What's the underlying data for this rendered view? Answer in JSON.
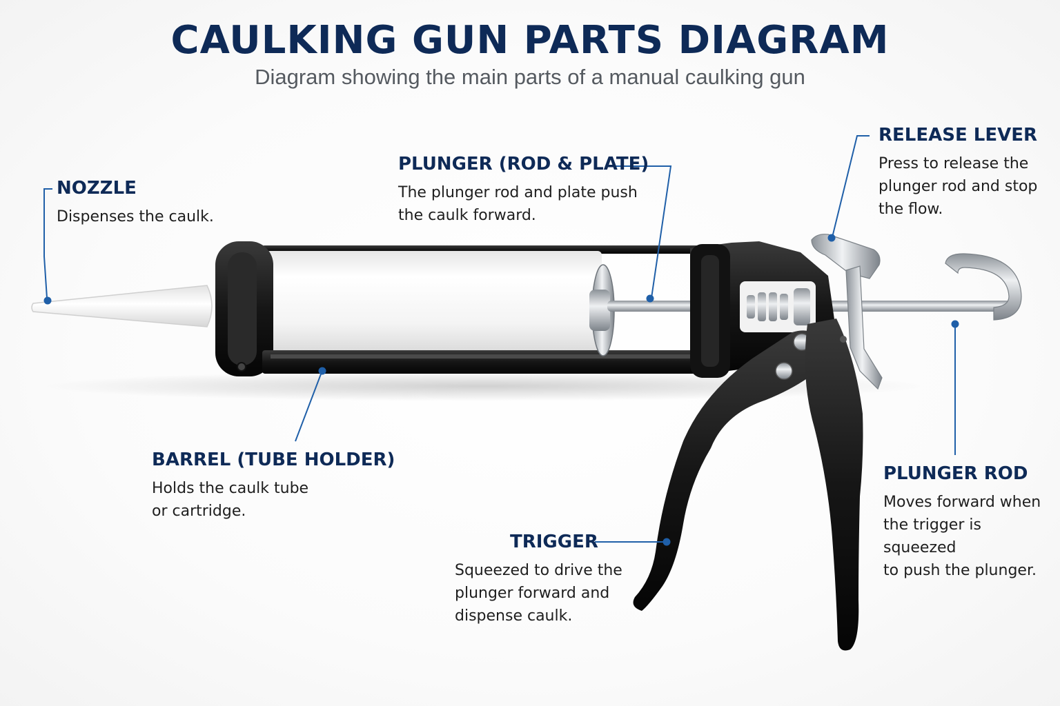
{
  "header": {
    "title": "CAULKING GUN PARTS DIAGRAM",
    "subtitle": "Diagram showing the main parts of a manual caulking gun"
  },
  "colors": {
    "title": "#0e2a57",
    "accent_line": "#1f5fa8",
    "body_text": "#1e1e1e",
    "subtitle": "#555a60",
    "gun_body": "#1a1a1a",
    "tube": "#f7f7f7",
    "metal": "#b9bec4"
  },
  "parts": [
    {
      "key": "nozzle",
      "heading": "NOZZLE",
      "desc_lines": [
        "Dispenses the caulk."
      ]
    },
    {
      "key": "plunger-rod-plate",
      "heading": "PLUNGER (ROD & PLATE)",
      "desc_lines": [
        "The plunger rod and plate push",
        "the caulk forward."
      ]
    },
    {
      "key": "release-lever",
      "heading": "RELEASE LEVER",
      "desc_lines": [
        "Press to release the",
        "plunger rod and stop",
        "the flow."
      ]
    },
    {
      "key": "barrel",
      "heading": "BARREL (TUBE HOLDER)",
      "desc_lines": [
        "Holds the caulk tube",
        "or cartridge."
      ]
    },
    {
      "key": "plunger-rod",
      "heading": "PLUNGER ROD",
      "desc_lines": [
        "Moves forward when",
        "the trigger is squeezed",
        "to push the plunger."
      ]
    },
    {
      "key": "trigger",
      "heading": "TRIGGER",
      "desc_lines": [
        "Squeezed to drive the",
        "plunger forward and",
        "dispense caulk."
      ]
    }
  ]
}
